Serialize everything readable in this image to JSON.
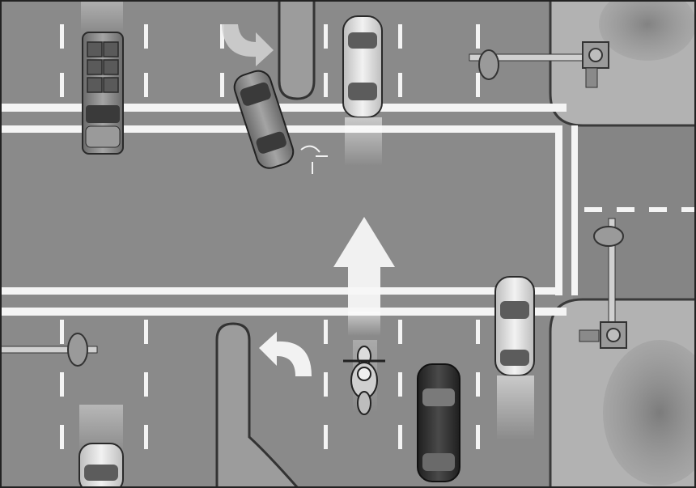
{
  "scene": {
    "kind": "traffic-illustration",
    "palette": {
      "asphalt": "#8a8a8a",
      "asphalt_dark": "#7c7c7c",
      "lane_marking": "#f4f4f4",
      "sidewalk": "#a9a9a9",
      "grass": "#b4b4b4",
      "car_light": "#e2e2e2",
      "car_mid": "#8e8e8e",
      "car_dark": "#3c3c3c",
      "arrow": "#f7f7f7"
    },
    "vehicles": [
      {
        "id": "truck-top-left",
        "kind": "pickup-truck-with-crates",
        "heading": "up",
        "color": "mid-dark"
      },
      {
        "id": "car-merging-top",
        "kind": "sedan",
        "heading": "down-turning",
        "color": "mid"
      },
      {
        "id": "car-white-top",
        "kind": "sedan",
        "heading": "down",
        "color": "light"
      },
      {
        "id": "car-white-right",
        "kind": "sedan",
        "heading": "up",
        "color": "light"
      },
      {
        "id": "car-black-bottom",
        "kind": "sedan",
        "heading": "up",
        "color": "dark"
      },
      {
        "id": "motorcycle",
        "kind": "motorcycle-with-rider",
        "heading": "up",
        "color": "light"
      },
      {
        "id": "car-bottom-left",
        "kind": "sedan",
        "heading": "up",
        "color": "light"
      }
    ],
    "signals": [
      {
        "id": "boom-top-right",
        "kind": "barrier-arm",
        "orientation": "horizontal"
      },
      {
        "id": "boom-right",
        "kind": "barrier-arm",
        "orientation": "vertical"
      },
      {
        "id": "boom-bottom-left",
        "kind": "barrier-arm",
        "orientation": "horizontal"
      }
    ],
    "arrows": [
      {
        "id": "big-straight-arrow",
        "direction": "up"
      },
      {
        "id": "u-turn-arrow-bottom",
        "direction": "left-turn"
      },
      {
        "id": "turn-arrow-top",
        "direction": "right-turn"
      }
    ]
  }
}
